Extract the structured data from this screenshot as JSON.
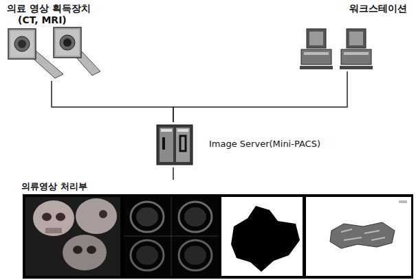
{
  "diagram": {
    "nodes": [
      {
        "text": [
          "의료 영상 획득장치",
          "(CT, MRI)"
        ]
      },
      {
        "text": [
          "워크스테이션"
        ]
      },
      {
        "text": [
          "Image Server(Mini-PACS)"
        ]
      },
      {
        "text": [
          "의류영상 처리부"
        ]
      }
    ],
    "edges": [
      {
        "from": 0,
        "to": 2,
        "arrow": "none"
      },
      {
        "from": 1,
        "to": 2,
        "arrow": "none"
      },
      {
        "from": 2,
        "to": 3,
        "arrow": "none"
      }
    ]
  }
}
